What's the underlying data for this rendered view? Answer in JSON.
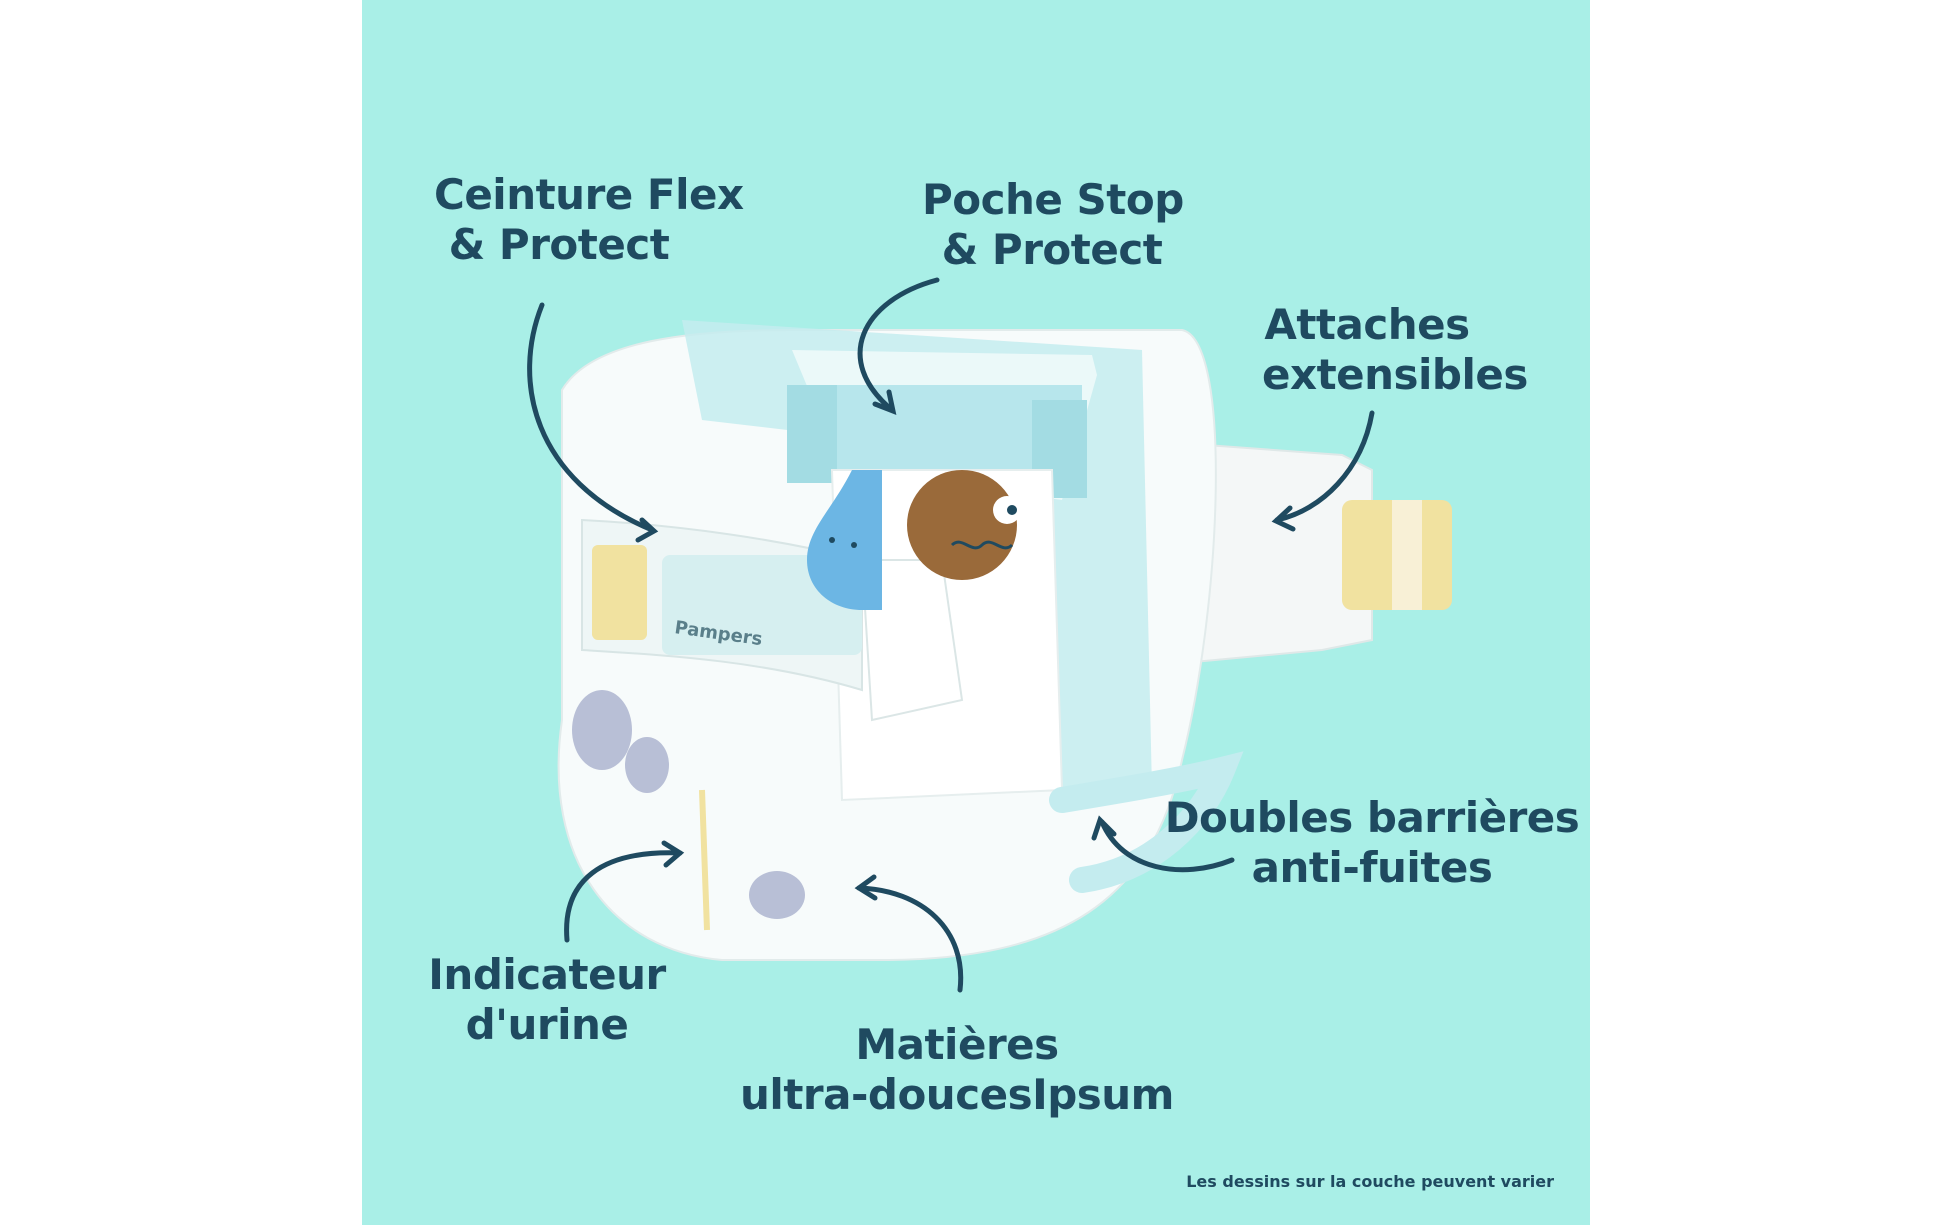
{
  "labels": {
    "ceinture": {
      "line1": "Ceinture Flex",
      "line2": "& Protect"
    },
    "poche": {
      "line1": "Poche Stop",
      "line2": "& Protect"
    },
    "attaches": {
      "line1": "Attaches",
      "line2": "extensibles"
    },
    "barrieres": {
      "line1": "Doubles barrières",
      "line2": "anti-fuites"
    },
    "indicateur": {
      "line1": "Indicateur",
      "line2": "d'urine"
    },
    "matieres": {
      "line1": "Matières",
      "line2": "ultra-doucesIpsum"
    }
  },
  "brand_logo": "Pampers",
  "disclaimer": "Les dessins sur la couche peuvent varier",
  "colors": {
    "background": "#a9efe7",
    "text": "#1f4a60",
    "diaper": "#f7fbfb",
    "accent_blue": "#b7e6ec",
    "tab_yellow": "#f1e2a0"
  }
}
